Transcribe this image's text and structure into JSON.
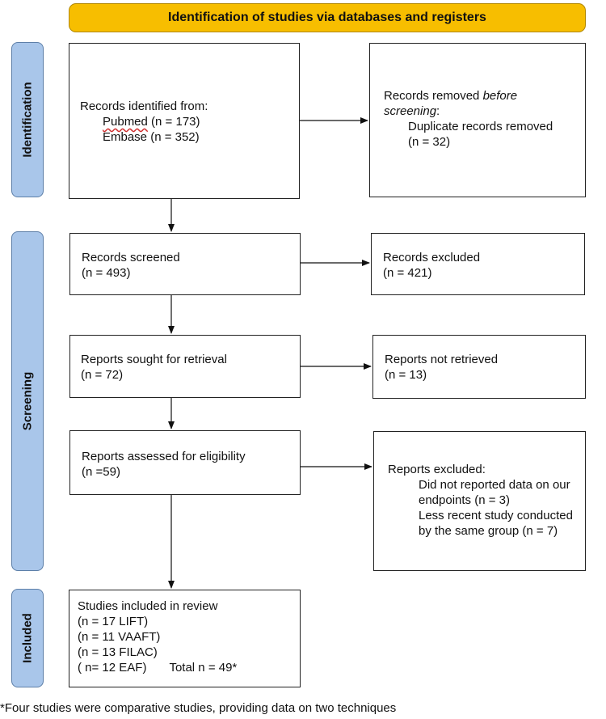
{
  "header": "Identification of studies via databases and registers",
  "stages": {
    "identification": "Identification",
    "screening": "Screening",
    "included": "Included"
  },
  "identified": {
    "line1": "Records identified from:",
    "pubmed": "Pubmed",
    "pubmed_n": " (n = 173)",
    "embase": "Embase (n = 352)"
  },
  "removed": {
    "pre": "Records removed ",
    "em1": "before",
    "em2": "screening",
    "post": ":",
    "line3": "Duplicate records removed",
    "line4": "(n = 32)"
  },
  "screened": {
    "line1": "Records screened",
    "line2": "(n = 493)"
  },
  "excluded": {
    "line1": "Records excluded",
    "line2": "(n = 421)"
  },
  "sought": {
    "line1": "Reports sought for retrieval",
    "line2": "(n = 72)"
  },
  "not_retrieved": {
    "line1": "Reports not retrieved",
    "line2": "(n = 13)"
  },
  "assessed": {
    "line1": "Reports assessed for eligibility",
    "line2": "(n =59)"
  },
  "reports_excluded": {
    "line1": "Reports excluded:",
    "line2": "Did not reported data on our",
    "line3": "endpoints (n = 3)",
    "line4": "Less recent study conducted",
    "line5": "by the same group (n = 7)"
  },
  "included": {
    "line1": "Studies included in review",
    "line2": "(n = 17 LIFT)",
    "line3": "(n = 11 VAAFT)",
    "line4": "(n = 13 FILAC)",
    "line5": "( n= 12 EAF)",
    "total": "Total n = 49*"
  },
  "footnote": "*Four studies were comparative studies, providing data on two techniques",
  "colors": {
    "banner": "#f7be00",
    "stage": "#a9c6ea"
  }
}
